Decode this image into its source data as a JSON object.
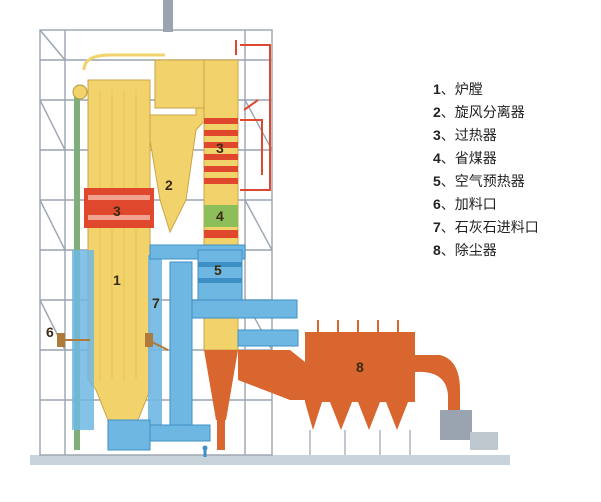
{
  "legend": [
    {
      "num": "1",
      "sep": "、",
      "label": "炉膛"
    },
    {
      "num": "2",
      "sep": "、",
      "label": "旋风分离器"
    },
    {
      "num": "3",
      "sep": "、",
      "label": "过热器"
    },
    {
      "num": "4",
      "sep": "、",
      "label": "省煤器"
    },
    {
      "num": "5",
      "sep": "、",
      "label": "空气预热器"
    },
    {
      "num": "6",
      "sep": "、",
      "label": "加料口"
    },
    {
      "num": "7",
      "sep": "、",
      "label": "石灰石进料口"
    },
    {
      "num": "8",
      "sep": "、",
      "label": "除尘器"
    }
  ],
  "callouts": {
    "furnace": "1",
    "cyclone": "2",
    "superheater_left": "3",
    "superheater_right": "3",
    "economizer": "4",
    "air_preheater": "5",
    "feed_port": "6",
    "limestone_port": "7",
    "dust_collector": "8"
  },
  "colors": {
    "furnace_yellow": "#f2d36b",
    "band_red": "#e0482e",
    "duct_blue": "#6fb7e3",
    "duct_blue_dark": "#3d8fc6",
    "dust_orange": "#d9652f",
    "frame_gray": "#9aa4b0",
    "economizer_green": "#8cbf5a"
  }
}
